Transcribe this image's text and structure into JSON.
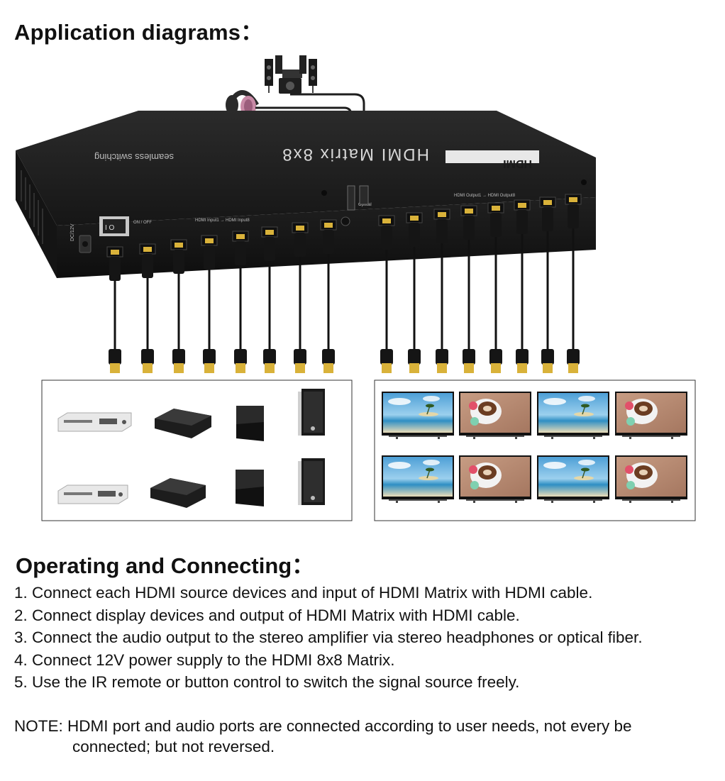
{
  "headings": {
    "application": "Application diagrams：",
    "operating": "Operating and Connecting："
  },
  "steps": [
    "1. Connect each HDMI source devices and input of HDMI Matrix with HDMI cable.",
    "2. Connect display devices and output of HDMI Matrix with HDMI cable.",
    "3. Connect the audio output to the stereo amplifier via stereo headphones or optical fiber.",
    "4. Connect 12V power supply to the HDMI 8x8 Matrix.",
    "5. Use the IR remote or button control to switch the signal source freely."
  ],
  "note": {
    "line1": "NOTE: HDMI port and audio ports are connected according to user needs, not every be",
    "line2": "connected; but not reversed."
  },
  "device": {
    "title": "HDMI Matrix 8x8",
    "subtitle": "seamless switching",
    "logo": "HDMI",
    "power_label": "DC/12V",
    "switch_label": "ON / OFF",
    "input_label": "HDMI Input1  →  HDMI Input8",
    "output_label": "HDMI Output1  →  HDMI Output8",
    "optical_label": "Optical"
  },
  "colors": {
    "device_body": "#1b1b1b",
    "device_top": "#2a2a2a",
    "connector_gold": "#d9b23a",
    "sky": "#5aa6d8",
    "sea": "#2f8fc4",
    "coffee_bg": "#b98d74"
  },
  "icons": {
    "speakers": "speaker-system-icon",
    "headphones": "headphones-icon",
    "sources": [
      "dvd-player-icon",
      "set-top-box-icon",
      "game-console-icon",
      "pc-tower-icon"
    ],
    "displays": [
      "beach-tv-icon",
      "coffee-tv-icon"
    ]
  }
}
